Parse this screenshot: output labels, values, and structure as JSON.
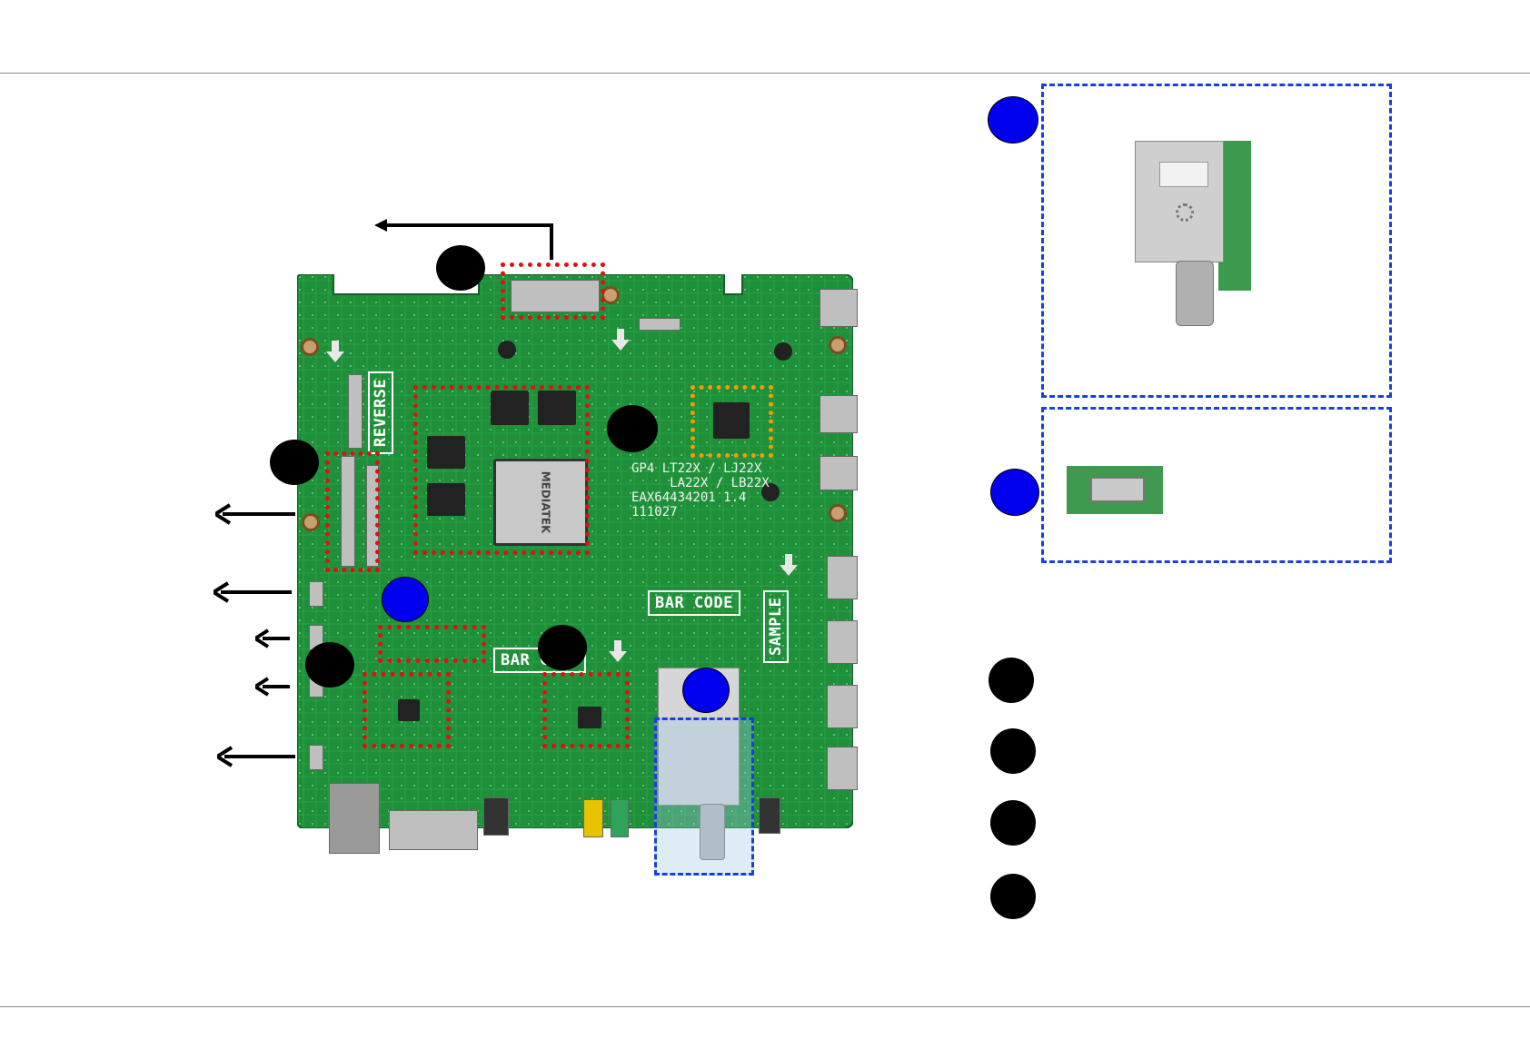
{
  "board": {
    "silkscreen_model": "GP4 LT22X / LJ22X\n     LA22X / LB22X\nEAX64434201 1.4\n111027",
    "label_reverse": "REVERSE",
    "label_barcode_top": "BAR CODE",
    "label_barcode_bottom": "BAR CODE",
    "label_sample": "SAMPLE",
    "chip_brand": "MEDIATEK"
  },
  "colors": {
    "pcb": "#1f8f3a",
    "marker_black": "#000000",
    "marker_blue": "#0000ee",
    "highlight_red": "#e01010",
    "highlight_orange": "#f59b00",
    "highlight_blue": "#1a3fe0"
  },
  "legend": {
    "black_markers": 4,
    "blue_markers": 2
  }
}
